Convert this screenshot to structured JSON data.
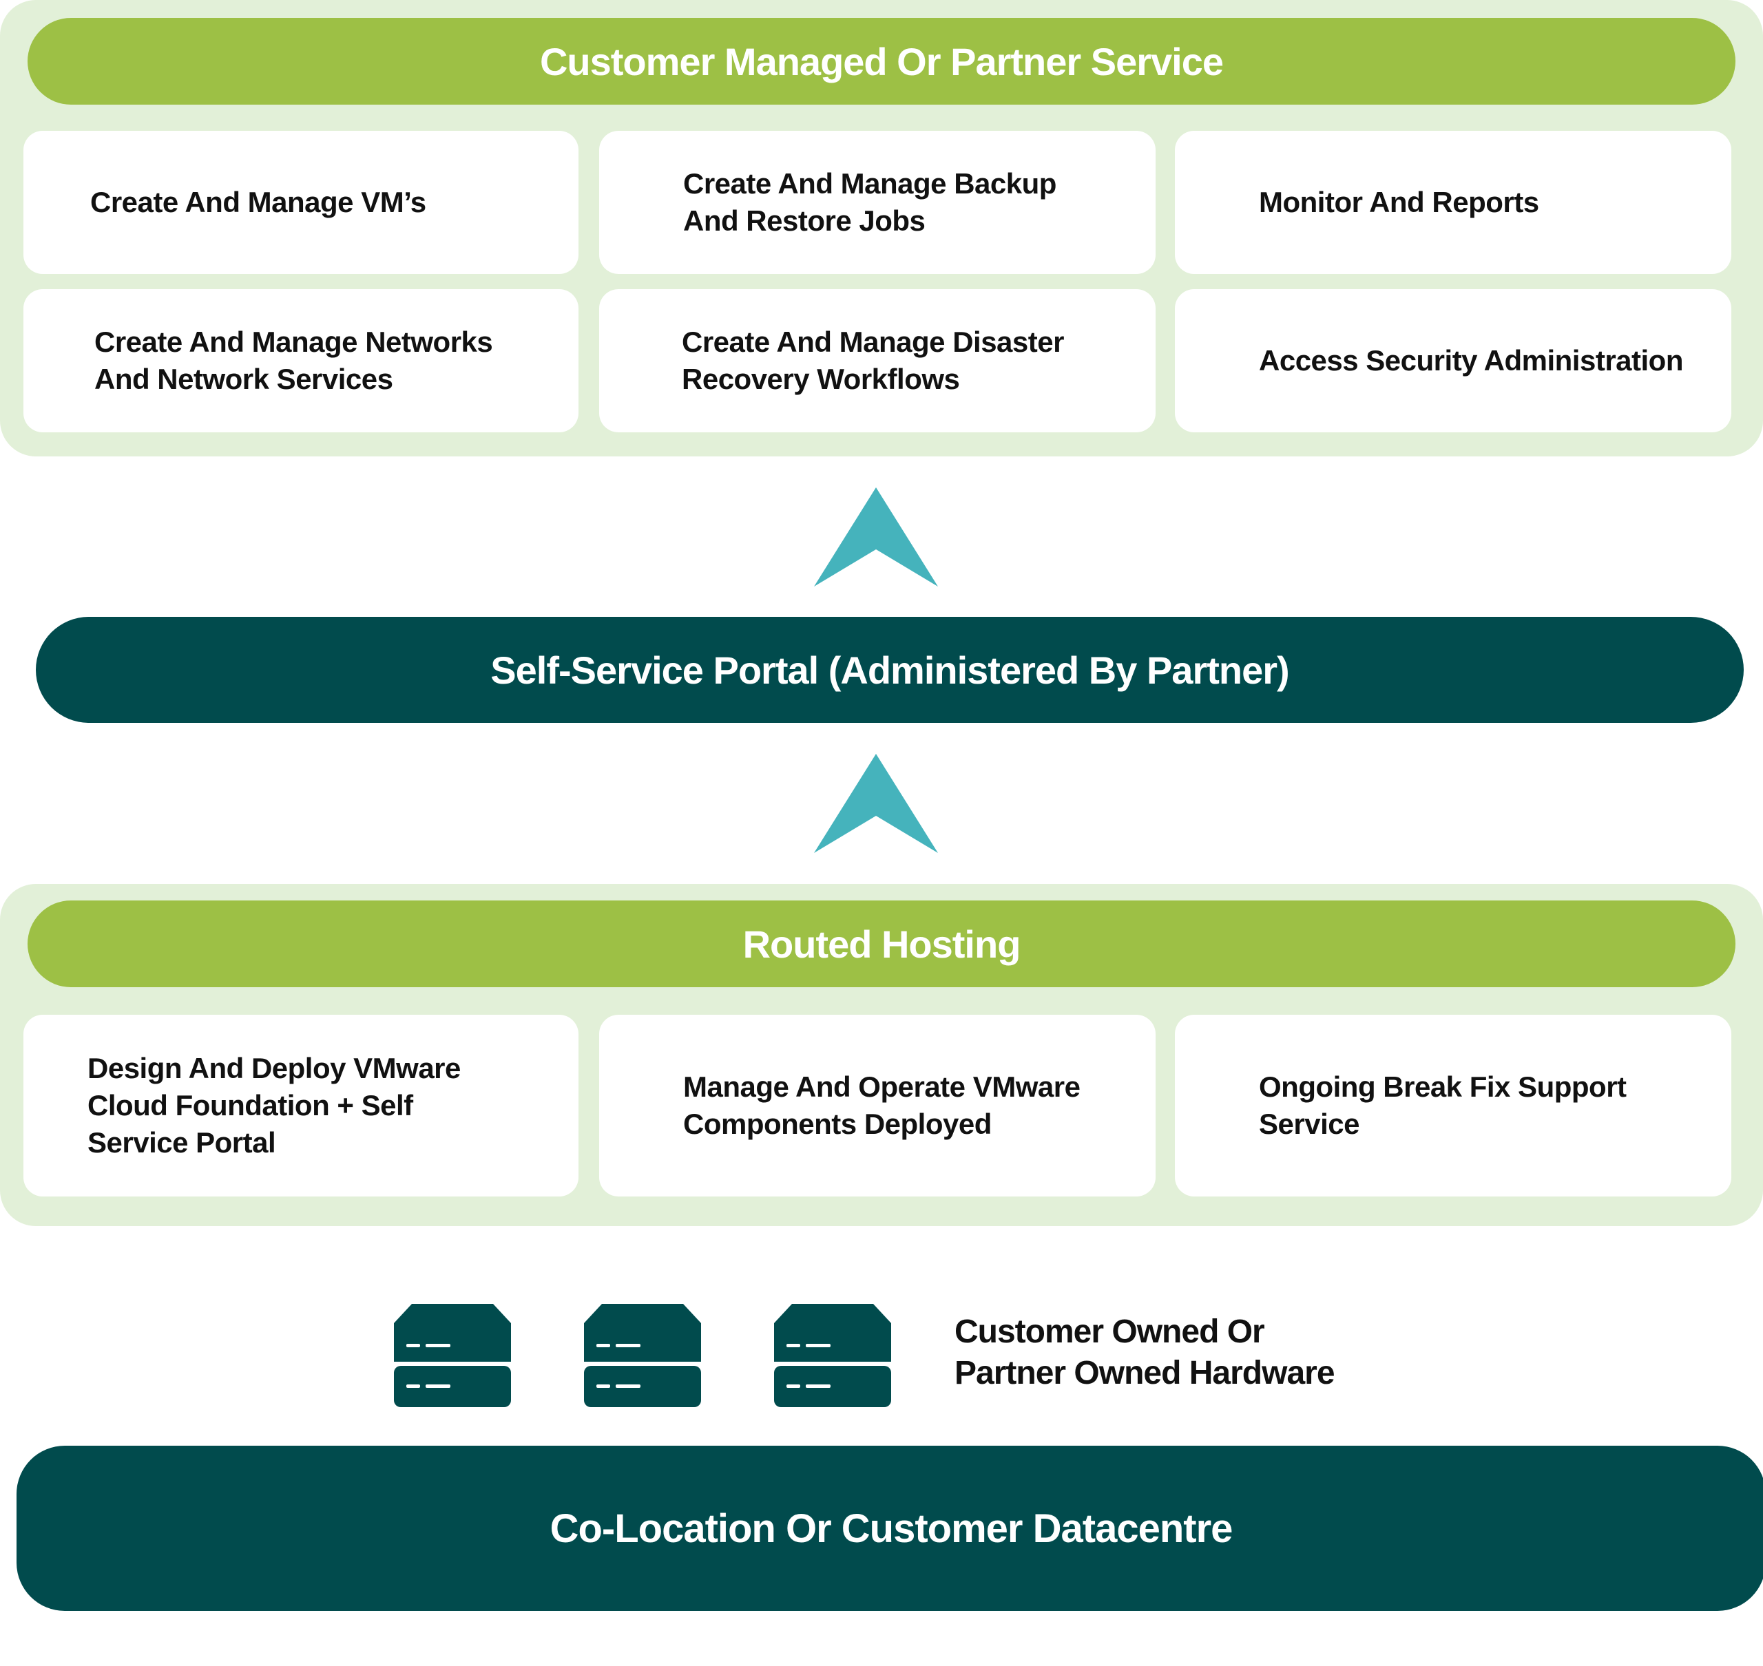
{
  "colors": {
    "panel_bg": "#e2f0d8",
    "green_band": "#9dc045",
    "dark_teal": "#014b4d",
    "arrow_teal": "#45b3bc"
  },
  "customer_managed": {
    "title": "Customer Managed Or Partner Service",
    "cards": [
      "Create And Manage VM’s",
      "Create And Manage Backup\nAnd Restore Jobs",
      "Monitor And Reports",
      "Create And Manage Networks\nAnd Network Services",
      "Create And Manage Disaster\nRecovery Workflows",
      "Access Security Administration"
    ]
  },
  "portal": {
    "label": "Self-Service Portal (Administered By Partner)"
  },
  "routed_hosting": {
    "title": "Routed Hosting",
    "cards": [
      "Design And Deploy VMware\nCloud Foundation + Self\nService Portal",
      "Manage And Operate VMware\nComponents Deployed",
      "Ongoing Break Fix Support\nService"
    ]
  },
  "hardware": {
    "icon": "server-icon",
    "label": "Customer Owned Or\nPartner Owned Hardware"
  },
  "base": {
    "label": "Co-Location Or Customer Datacentre"
  }
}
